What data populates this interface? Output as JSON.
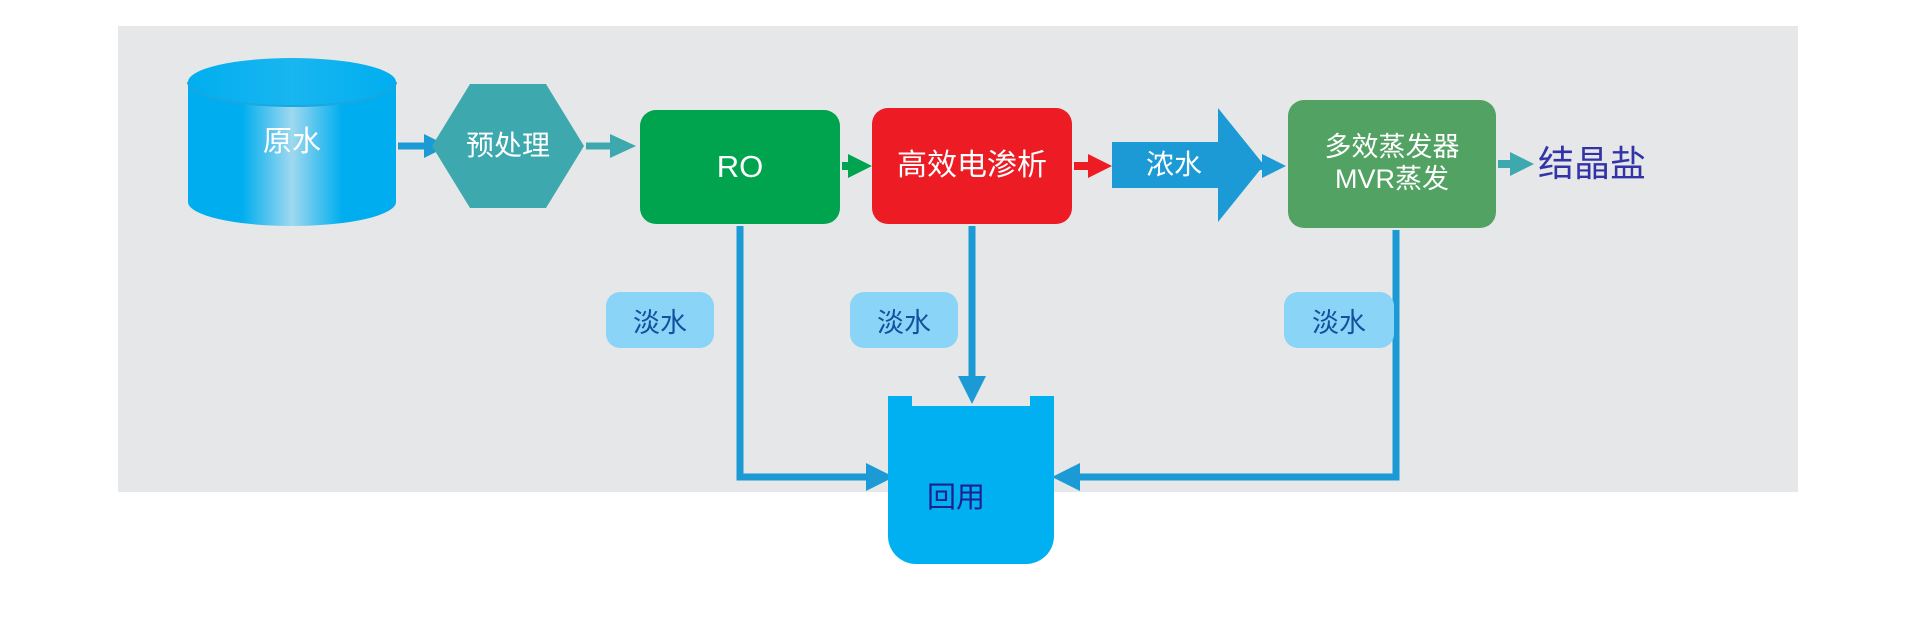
{
  "diagram": {
    "title_present": false,
    "background": "#e6e7e8",
    "nodes": {
      "raw_water": {
        "label": "原水",
        "shape": "cylinder",
        "color": "#00aeef",
        "text_color": "#ffffff"
      },
      "pretreatment": {
        "label": "预处理",
        "shape": "hexagon",
        "color": "#3da9ae",
        "text_color": "#ffffff"
      },
      "ro": {
        "label": "RO",
        "shape": "rounded-rect",
        "color": "#00a44f",
        "text_color": "#ffffff"
      },
      "electrodialysis": {
        "label": "高效电渗析",
        "shape": "rounded-rect",
        "color": "#ed1c24",
        "text_color": "#ffffff"
      },
      "concentrate": {
        "label": "浓水",
        "shape": "block-arrow",
        "color": "#1b9ad6",
        "text_color": "#ffffff"
      },
      "evaporator": {
        "label_line1": "多效蒸发器",
        "label_line2": "MVR蒸发",
        "shape": "rounded-rect",
        "color": "#52a263",
        "text_color": "#ffffff"
      },
      "crystal_salt": {
        "label": "结晶盐",
        "shape": "text",
        "color": "#3333a8"
      },
      "reuse_tank": {
        "label": "回用",
        "shape": "tank",
        "color": "#00b0f0",
        "text_color": "#1f1f8f"
      }
    },
    "fresh_water_labels": [
      {
        "label": "淡水",
        "source": "ro"
      },
      {
        "label": "淡水",
        "source": "electrodialysis"
      },
      {
        "label": "淡水",
        "source": "evaporator"
      }
    ],
    "connectors": [
      {
        "from": "raw_water",
        "to": "pretreatment",
        "color": "#1b9ad6",
        "style": "arrow"
      },
      {
        "from": "pretreatment",
        "to": "ro",
        "color": "#3da9ae",
        "style": "arrow"
      },
      {
        "from": "ro",
        "to": "electrodialysis",
        "color": "#00a44f",
        "style": "arrow"
      },
      {
        "from": "electrodialysis",
        "to": "concentrate",
        "color": "#ed1c24",
        "style": "arrow"
      },
      {
        "from": "concentrate",
        "to": "evaporator",
        "color": "#1b9ad6",
        "style": "arrow"
      },
      {
        "from": "evaporator",
        "to": "crystal_salt",
        "color": "#3da9ae",
        "style": "arrow"
      },
      {
        "from": "ro",
        "to": "reuse_tank",
        "color": "#1b9ad6",
        "style": "elbow-arrow",
        "label": "淡水"
      },
      {
        "from": "electrodialysis",
        "to": "reuse_tank",
        "color": "#1b9ad6",
        "style": "down-arrow",
        "label": "淡水"
      },
      {
        "from": "evaporator",
        "to": "reuse_tank",
        "color": "#1b9ad6",
        "style": "elbow-arrow",
        "label": "淡水"
      }
    ],
    "palette": {
      "cyan": "#00aeef",
      "teal": "#3da9ae",
      "green": "#00a44f",
      "red": "#ed1c24",
      "blue": "#1b9ad6",
      "sage": "#52a263",
      "indigo": "#3333a8",
      "light_blue": "#8ad5f7",
      "tank_blue": "#00b0f0",
      "panel_gray": "#e6e7e8"
    }
  }
}
